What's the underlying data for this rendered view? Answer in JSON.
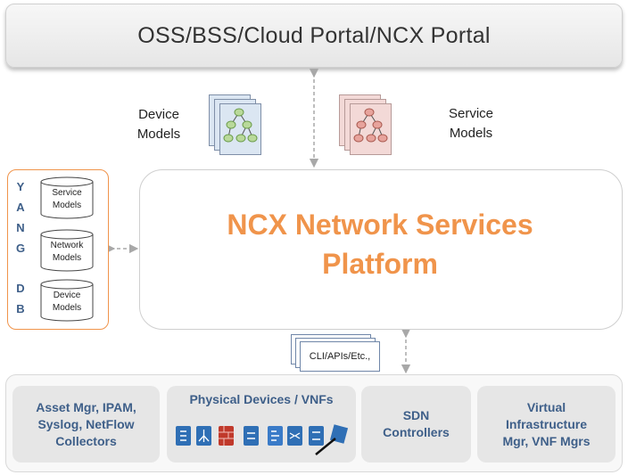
{
  "portal": {
    "label": "OSS/BSS/Cloud Portal/NCX Portal"
  },
  "device_models": {
    "line1": "Device",
    "line2": "Models"
  },
  "service_models": {
    "line1": "Service",
    "line2": "Models"
  },
  "platform": {
    "line1": "NCX Network Services",
    "line2": "Platform"
  },
  "yang_db": {
    "letters": [
      "Y",
      "A",
      "N",
      "G",
      "D",
      "B"
    ],
    "stores": [
      {
        "line1": "Service",
        "line2": "Models"
      },
      {
        "line1": "Network",
        "line2": "Models"
      },
      {
        "line1": "Device",
        "line2": "Models"
      }
    ]
  },
  "cli": {
    "label": "CLI/APIs/Etc.,"
  },
  "bottom": {
    "asset": {
      "line1": "Asset Mgr, IPAM,",
      "line2": "Syslog, NetFlow",
      "line3": "Collectors"
    },
    "physical": {
      "title": "Physical Devices / VNFs"
    },
    "sdn": {
      "line1": "SDN",
      "line2": "Controllers"
    },
    "virtual": {
      "line1": "Virtual",
      "line2": "Infrastructure",
      "line3": "Mgr, VNF Mgrs"
    }
  },
  "colors": {
    "accent": "#f0944b",
    "text_blue": "#3e5f89",
    "device_icon_blue": "#2f6fb5",
    "firewall_red": "#c0392b"
  },
  "icons": [
    "server-icon",
    "router-icon",
    "firewall-icon",
    "switch-icon",
    "load-balancer-icon",
    "switch-icon",
    "cable-icon"
  ]
}
